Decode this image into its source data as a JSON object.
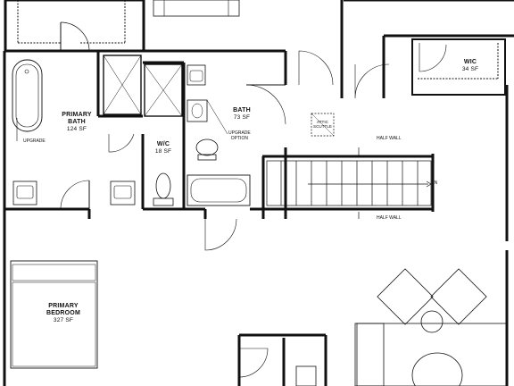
{
  "rooms": {
    "primary_bath": {
      "name_line1": "PRIMARY",
      "name_line2": "BATH",
      "area": "124 SF"
    },
    "bath": {
      "name": "BATH",
      "area": "73 SF"
    },
    "wc": {
      "name": "W/C",
      "area": "18 SF"
    },
    "wic": {
      "name": "WIC",
      "area": "34 SF"
    },
    "primary_bedroom": {
      "name_line1": "PRIMARY",
      "name_line2": "BEDROOM",
      "area": "327 SF"
    }
  },
  "notes": {
    "upgrade": "UPGRADE",
    "upgrade_option_line1": "UPGRADE",
    "upgrade_option_line2": "OPTION",
    "half_wall_top": "HALF WALL",
    "half_wall_bottom": "HALF WALL",
    "stair_down": "DN",
    "attic_scuttle_line1": "ATTIC",
    "attic_scuttle_line2": "SCUTTLE"
  },
  "colors": {
    "wall": "#111111",
    "background": "#ffffff"
  }
}
